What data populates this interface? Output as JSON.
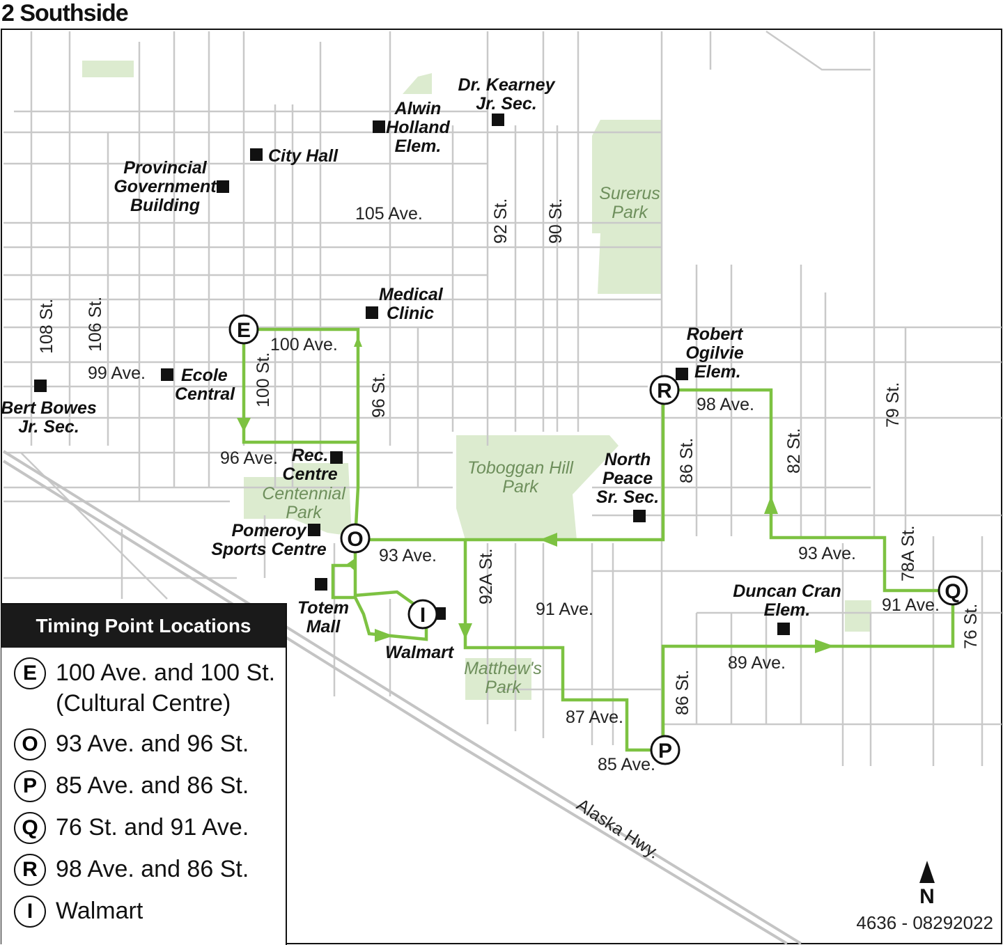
{
  "title": "2 Southside",
  "colors": {
    "route": "#7dc242",
    "park": "#dcebcf",
    "street": "#c9c9c9",
    "text": "#111111"
  },
  "streets": {
    "ave_100": "100 Ave.",
    "ave_99": "99 Ave.",
    "ave_96": "96 Ave.",
    "ave_105": "105 Ave.",
    "ave_93_w": "93 Ave.",
    "ave_93_e": "93 Ave.",
    "ave_91_w": "91 Ave.",
    "ave_91_e": "91 Ave.",
    "ave_98": "98 Ave.",
    "ave_89": "89 Ave.",
    "ave_87": "87 Ave.",
    "ave_85": "85 Ave.",
    "st_108": "108 St.",
    "st_106": "106 St.",
    "st_100": "100 St.",
    "st_96": "96 St.",
    "st_92": "92 St.",
    "st_90": "90 St.",
    "st_92a": "92A St.",
    "st_86_n": "86 St.",
    "st_86_s": "86 St.",
    "st_82": "82 St.",
    "st_79": "79 St.",
    "st_78a": "78A St.",
    "st_76": "76 St.",
    "highway": "Alaska Hwy."
  },
  "places": {
    "dr_kearney": [
      "Dr. Kearney",
      "Jr. Sec."
    ],
    "alwin_holland": [
      "Alwin",
      "Holland",
      "Elem."
    ],
    "city_hall": "City Hall",
    "provincial": [
      "Provincial",
      "Government",
      "Building"
    ],
    "medical": [
      "Medical",
      "Clinic"
    ],
    "ecole": [
      "Ecole",
      "Central"
    ],
    "bert_bowes": [
      "Bert Bowes",
      "Jr. Sec."
    ],
    "rec_centre": [
      "Rec.",
      "Centre"
    ],
    "pomeroy": [
      "Pomeroy",
      "Sports Centre"
    ],
    "totem": [
      "Totem",
      "Mall"
    ],
    "walmart": "Walmart",
    "robert_ogilvie": [
      "Robert",
      "Ogilvie",
      "Elem."
    ],
    "north_peace": [
      "North",
      "Peace",
      "Sr. Sec."
    ],
    "duncan_cran": [
      "Duncan Cran",
      "Elem."
    ]
  },
  "parks": {
    "surerus": [
      "Surerus",
      "Park"
    ],
    "toboggan": [
      "Toboggan Hill",
      "Park"
    ],
    "centennial": [
      "Centennial",
      "Park"
    ],
    "matthews": [
      "Matthew's",
      "Park"
    ]
  },
  "timing_points": {
    "heading": "Timing Point Locations",
    "items": [
      {
        "letter": "E",
        "lines": [
          "100 Ave. and 100 St.",
          "(Cultural Centre)"
        ]
      },
      {
        "letter": "O",
        "lines": [
          "93 Ave. and 96 St."
        ]
      },
      {
        "letter": "P",
        "lines": [
          "85 Ave. and 86 St."
        ]
      },
      {
        "letter": "Q",
        "lines": [
          "76 St. and 91 Ave."
        ]
      },
      {
        "letter": "R",
        "lines": [
          "98 Ave. and 86 St."
        ]
      },
      {
        "letter": "I",
        "lines": [
          "Walmart"
        ]
      }
    ]
  },
  "north_label": "N",
  "map_code": "4636 - 08292022"
}
